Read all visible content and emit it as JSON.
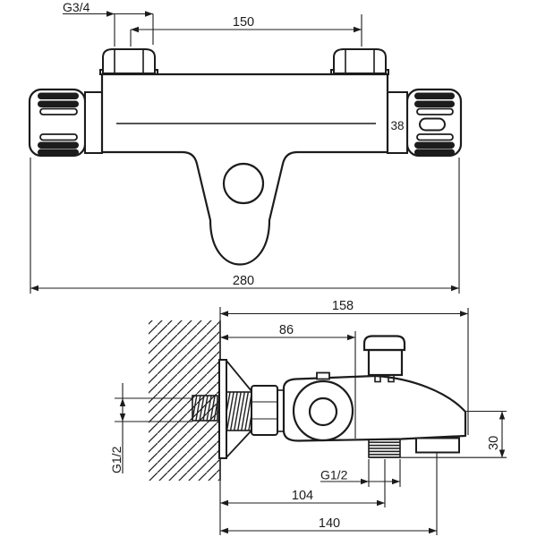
{
  "drawing": {
    "type": "technical-dimension-drawing",
    "subject": "wall-mounted thermostatic bath-shower mixer",
    "colors": {
      "line": "#1c1c1c",
      "background": "#ffffff"
    },
    "front_view": {
      "dim_thread_size": "G3/4",
      "dim_inlet_spacing": "150",
      "dim_body_diameter": "38",
      "dim_overall_width": "280"
    },
    "side_view": {
      "dim_total_depth": "158",
      "dim_knob_center_depth": "86",
      "dim_wall_thread": "G1/2",
      "dim_outlet_thread": "G1/2",
      "dim_outlet_center_depth": "104",
      "dim_spout_end_depth": "140",
      "dim_spout_height": "30"
    }
  }
}
